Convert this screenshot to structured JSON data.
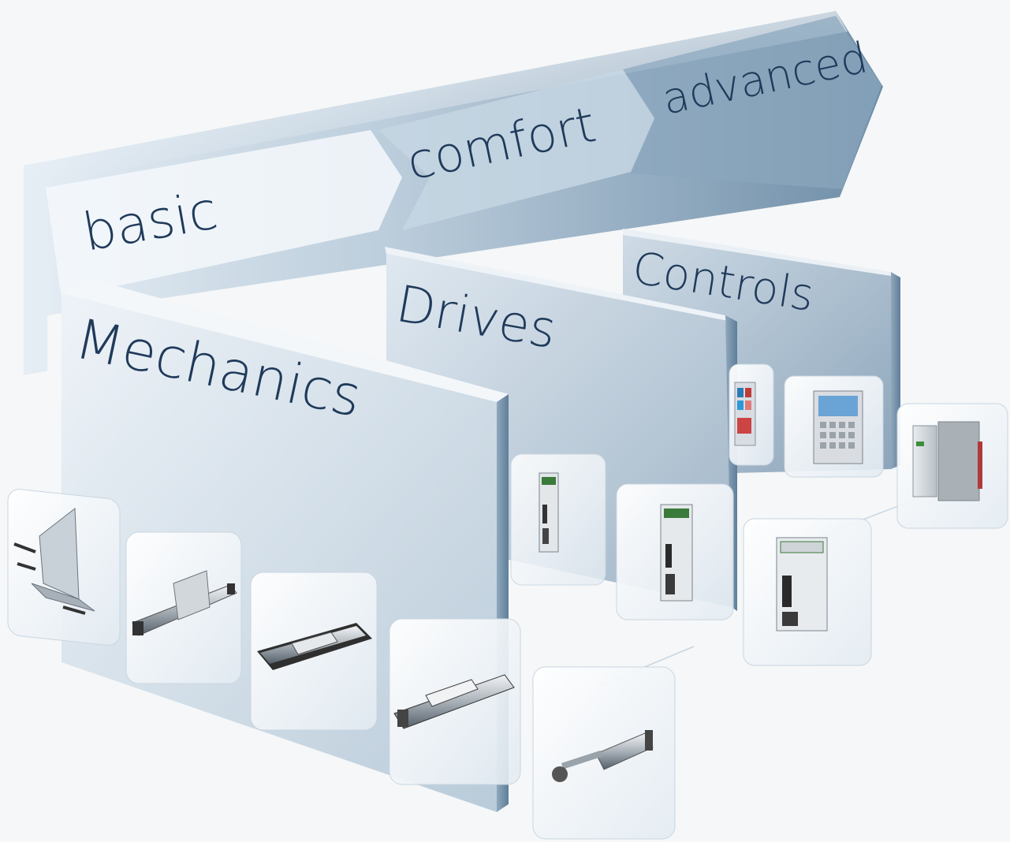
{
  "levels": {
    "basic": "basic",
    "comfort": "comfort",
    "advanced": "advanced"
  },
  "categories": {
    "mechanics": "Mechanics",
    "drives": "Drives",
    "controls": "Controls"
  },
  "colors": {
    "background": "#f5f7f8",
    "text": "#1f3a5a",
    "panel_light": "#dbe6ef",
    "panel_mid": "#9fb6c9",
    "panel_dark": "#6f8ea8"
  },
  "products": {
    "mechanics": [
      "angle-bracket-icon",
      "linear-module-icon",
      "linear-table-icon",
      "compact-module-icon"
    ],
    "extra": [
      "cylinder-slide-icon"
    ],
    "drives": [
      "drive-controller-icon",
      "drive-controller-icon",
      "drive-controller-icon"
    ],
    "controls": [
      "control-module-icon",
      "operator-panel-icon",
      "control-cabinet-icon"
    ]
  }
}
